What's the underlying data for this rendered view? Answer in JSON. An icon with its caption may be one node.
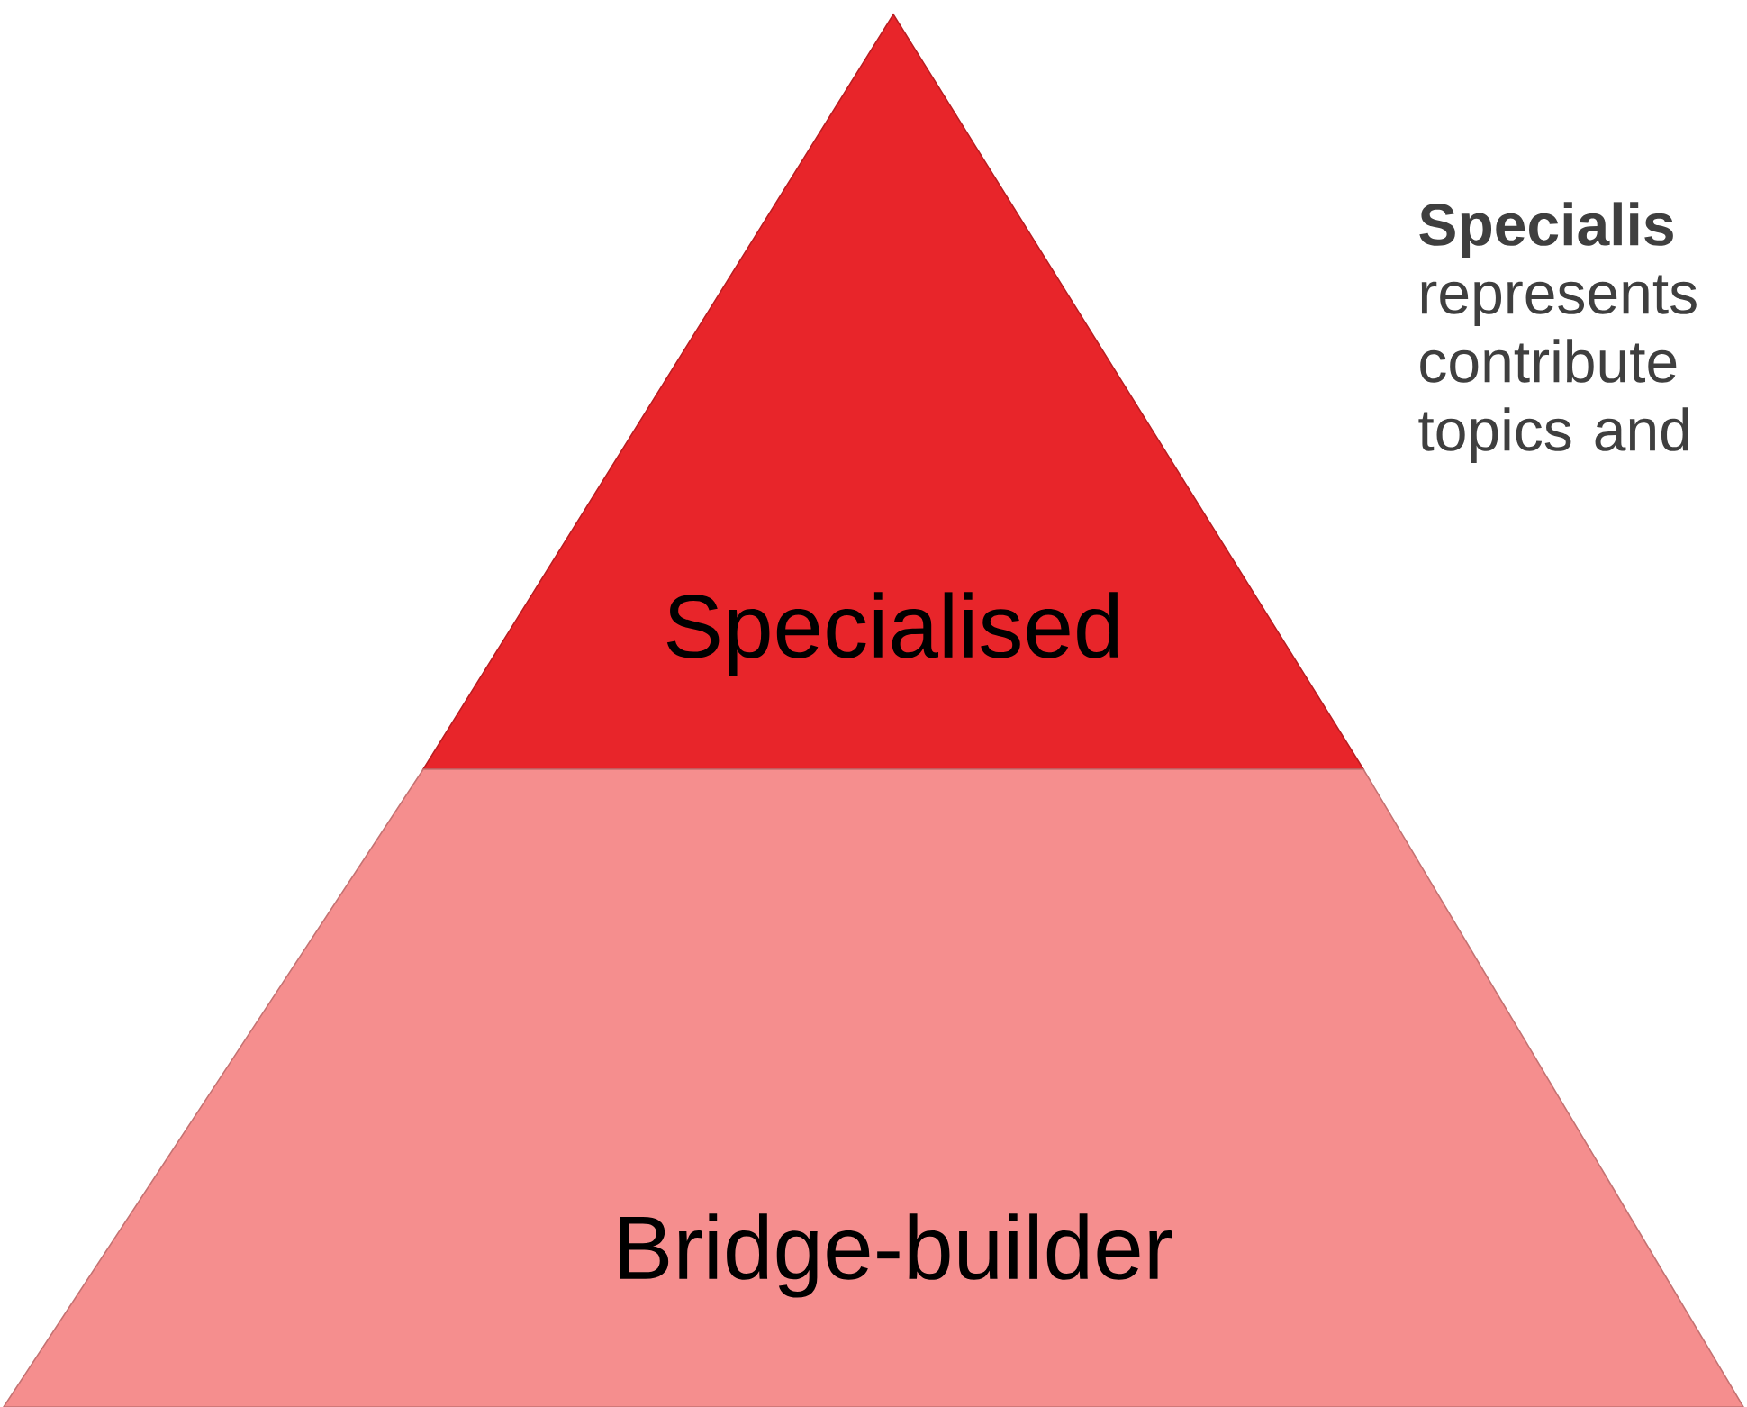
{
  "diagram": {
    "nodes": [
      {
        "text": [
          "Specialised"
        ]
      },
      {
        "text": [
          "Bridge-builder"
        ]
      }
    ],
    "labels": [
      "**Specialis** represents contribute topics and"
    ]
  }
}
